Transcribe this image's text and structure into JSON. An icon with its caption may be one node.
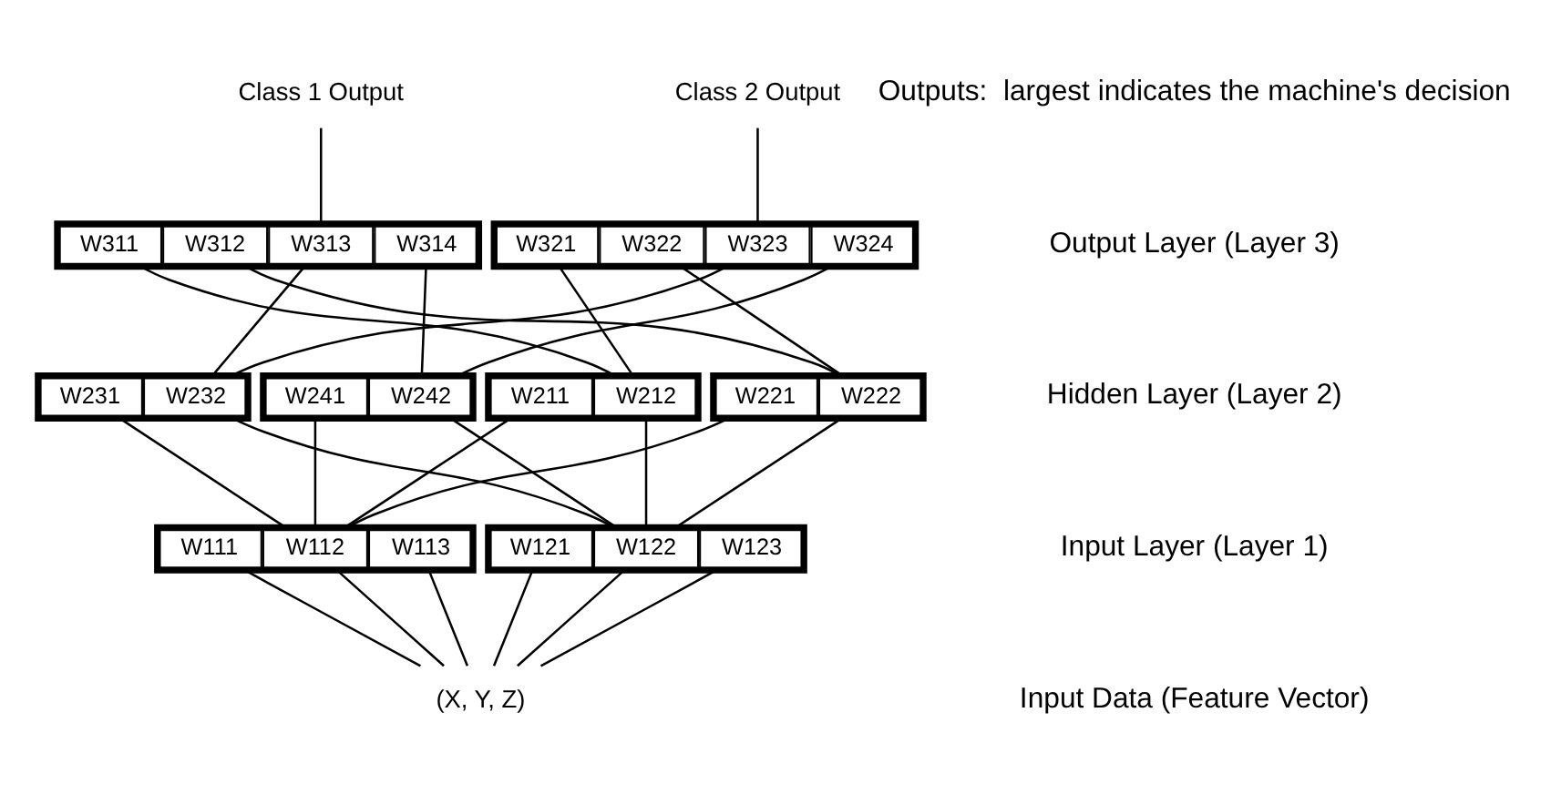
{
  "diagram": {
    "nodes": [
      {
        "text": [
          "Class 1 Output"
        ]
      },
      {
        "text": [
          "Class 2 Output"
        ]
      },
      {
        "text": [],
        "shape": "box"
      },
      {
        "text": [
          "W311"
        ],
        "in": 2
      },
      {
        "text": [
          "W312"
        ],
        "in": 2
      },
      {
        "text": [
          "W313"
        ],
        "in": 2
      },
      {
        "text": [
          "W314"
        ],
        "in": 2
      },
      {
        "text": [],
        "shape": "box"
      },
      {
        "text": [
          "W321"
        ],
        "in": 7
      },
      {
        "text": [
          "W322"
        ],
        "in": 7
      },
      {
        "text": [
          "W323"
        ],
        "in": 7
      },
      {
        "text": [
          "W324"
        ],
        "in": 7
      },
      {
        "text": [],
        "shape": "box"
      },
      {
        "text": [
          "W211"
        ],
        "in": 12
      },
      {
        "text": [
          "W212"
        ],
        "in": 12
      },
      {
        "text": [],
        "shape": "box"
      },
      {
        "text": [
          "W221"
        ],
        "in": 15
      },
      {
        "text": [
          "W222"
        ],
        "in": 15
      },
      {
        "text": [],
        "shape": "box"
      },
      {
        "text": [
          "W231"
        ],
        "in": 18
      },
      {
        "text": [
          "W232"
        ],
        "in": 18
      },
      {
        "text": [],
        "shape": "box"
      },
      {
        "text": [
          "W241"
        ],
        "in": 21
      },
      {
        "text": [
          "W242"
        ],
        "in": 21
      },
      {
        "text": [],
        "shape": "box"
      },
      {
        "text": [
          "W111"
        ],
        "in": 24
      },
      {
        "text": [
          "W112"
        ],
        "in": 24
      },
      {
        "text": [
          "W113"
        ],
        "in": 24
      },
      {
        "text": [],
        "shape": "box"
      },
      {
        "text": [
          "W121"
        ],
        "in": 28
      },
      {
        "text": [
          "W122"
        ],
        "in": 28
      },
      {
        "text": [
          "W123"
        ],
        "in": 28
      },
      {
        "text": [
          "(X, Y, Z)"
        ]
      }
    ],
    "edges": [
      {
        "from": 0,
        "to": 2,
        "arrow": "none"
      },
      {
        "from": 1,
        "to": 7,
        "arrow": "none"
      },
      {
        "from": 3,
        "to": 12,
        "arrow": "none"
      },
      {
        "from": 4,
        "to": 15,
        "arrow": "none"
      },
      {
        "from": 5,
        "to": 18,
        "arrow": "none"
      },
      {
        "from": 6,
        "to": 21,
        "arrow": "none"
      },
      {
        "from": 8,
        "to": 12,
        "arrow": "none"
      },
      {
        "from": 9,
        "to": 15,
        "arrow": "none"
      },
      {
        "from": 10,
        "to": 18,
        "arrow": "none"
      },
      {
        "from": 11,
        "to": 21,
        "arrow": "none"
      },
      {
        "from": 13,
        "to": 24,
        "arrow": "none"
      },
      {
        "from": 14,
        "to": 28,
        "arrow": "none"
      },
      {
        "from": 16,
        "to": 24,
        "arrow": "none"
      },
      {
        "from": 17,
        "to": 28,
        "arrow": "none"
      },
      {
        "from": 19,
        "to": 24,
        "arrow": "none"
      },
      {
        "from": 20,
        "to": 28,
        "arrow": "none"
      },
      {
        "from": 22,
        "to": 24,
        "arrow": "none"
      },
      {
        "from": 23,
        "to": 28,
        "arrow": "none"
      },
      {
        "from": 25,
        "to": 32,
        "arrow": "none"
      },
      {
        "from": 26,
        "to": 32,
        "arrow": "none"
      },
      {
        "from": 27,
        "to": 32,
        "arrow": "none"
      },
      {
        "from": 29,
        "to": 32,
        "arrow": "none"
      },
      {
        "from": 30,
        "to": 32,
        "arrow": "none"
      },
      {
        "from": 31,
        "to": 32,
        "arrow": "none"
      }
    ],
    "labels": [
      "Outputs:  largest indicates the machine's decision",
      "Output Layer (Layer 3)",
      "Hidden Layer (Layer 2)",
      "Input Layer (Layer 1)",
      "Input Data (Feature Vector)"
    ]
  }
}
